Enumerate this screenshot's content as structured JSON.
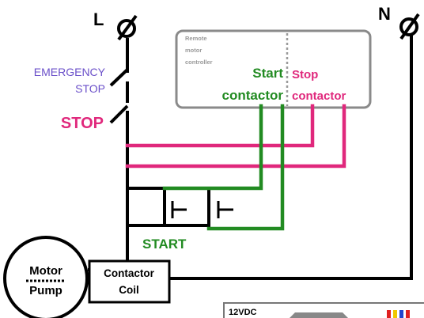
{
  "terminals": {
    "line": "L",
    "neutral": "N"
  },
  "emergency_stop": {
    "line1": "EMERGENCY",
    "line2": "STOP"
  },
  "stop_label": "STOP",
  "start_label": "START",
  "remote_box": {
    "small1": "Remote",
    "small2": "motor",
    "small3": "controller",
    "start_top": "Start",
    "start_bottom": "contactor",
    "stop_top": "Stop",
    "stop_bottom": "contactor"
  },
  "motor": {
    "line1": "Motor",
    "line2": "Pump"
  },
  "coil": {
    "line1": "Contactor",
    "line2": "Coil"
  },
  "supply": {
    "label": "12VDC"
  },
  "colors": {
    "wire": "#000000",
    "stop_wire": "#e0287c",
    "start_wire": "#228b22",
    "emergency_text": "#6a4fc9",
    "box_border": "#888888"
  }
}
